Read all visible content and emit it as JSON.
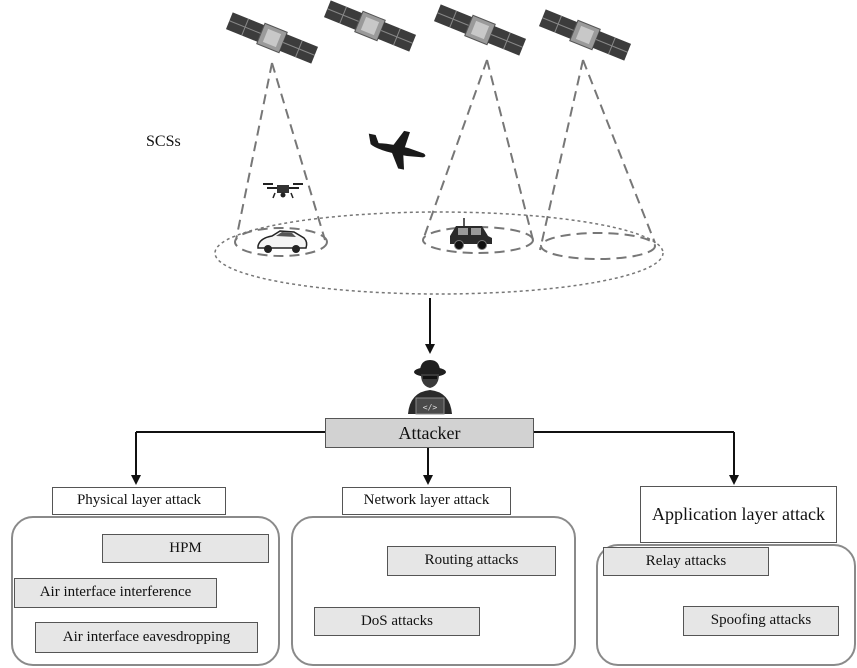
{
  "scene": {
    "label": "SCSs"
  },
  "attacker": {
    "label": "Attacker"
  },
  "categories": [
    {
      "label": "Physical layer attack",
      "items": [
        "HPM",
        "Air interface interference",
        "Air interface eavesdropping"
      ]
    },
    {
      "label": "Network layer attack",
      "items": [
        "Routing attacks",
        "DoS attacks"
      ]
    },
    {
      "label": "Application layer attack",
      "items": [
        "Relay attacks",
        "Spoofing attacks"
      ]
    }
  ]
}
